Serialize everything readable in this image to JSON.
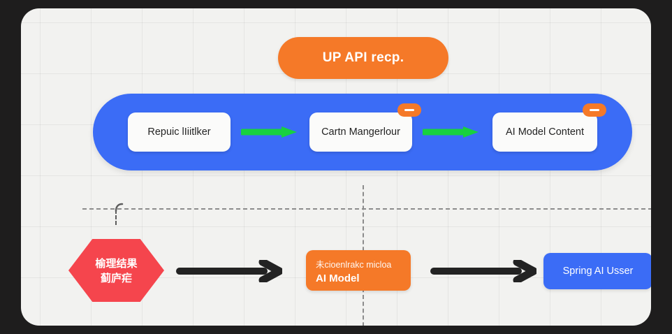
{
  "canvas": {
    "background_color": "#f2f2f0",
    "page_background_color": "#1e1d1d",
    "grid_visible": true
  },
  "top_pill": {
    "label": "UP API recp.",
    "color": "#f57928"
  },
  "pipeline": {
    "color": "#3b6cf6",
    "cards": [
      {
        "label": "Repuic lIiitlker",
        "badge": false,
        "badge_icon": ""
      },
      {
        "label": "Cartn Mangerlour",
        "badge": true,
        "badge_icon": "minus-icon"
      },
      {
        "label": "AI Model Content",
        "badge": true,
        "badge_icon": "minus-icon"
      }
    ],
    "arrows": [
      {
        "name": "green-arrow-1",
        "color": "#18d13f"
      },
      {
        "name": "green-arrow-2",
        "color": "#18d13f"
      }
    ]
  },
  "guides": {
    "horizontal_divider": "dashed",
    "vertical_divider": "dashed",
    "color": "#8c8c8c"
  },
  "bottom_row": {
    "hexagon": {
      "line1": "榆理结果",
      "line2": "蓟庐疟",
      "color": "#f5454d"
    },
    "orange_node": {
      "line1": "未cioenlrakc micloa",
      "line2": "AI Model",
      "color": "#f57928"
    },
    "blue_node": {
      "label": "Spring AI Usser",
      "color": "#3b6cf6"
    },
    "arrows": [
      {
        "name": "black-arrow-1",
        "color": "#232323"
      },
      {
        "name": "black-arrow-2",
        "color": "#232323"
      }
    ]
  }
}
